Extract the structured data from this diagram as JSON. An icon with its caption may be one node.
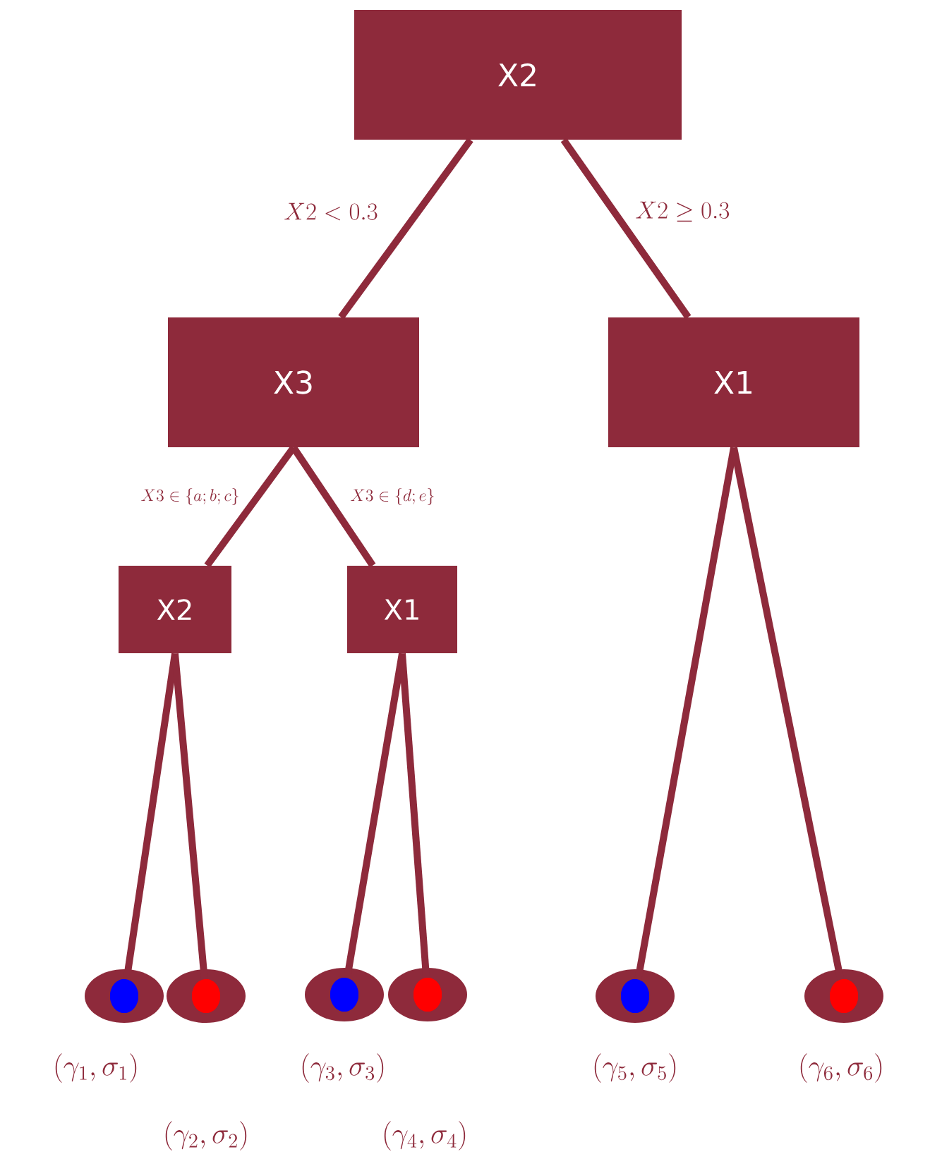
{
  "diagram": {
    "nodes": [
      {
        "text": [
          "X2"
        ]
      },
      {
        "text": [
          "X3"
        ]
      },
      {
        "text": [
          "X1"
        ]
      },
      {
        "text": [
          "X2"
        ]
      },
      {
        "text": [
          "X1"
        ]
      },
      {
        "text": [],
        "shape": "circle",
        "beside": [
          "(\\gamma_1, \\sigma_1)"
        ]
      },
      {
        "text": [],
        "shape": "circle"
      },
      {
        "text": [],
        "shape": "circle",
        "beside": [
          "(\\gamma_3, \\sigma_3)"
        ]
      },
      {
        "text": [],
        "shape": "circle"
      },
      {
        "text": [],
        "shape": "circle",
        "beside": [
          "(\\gamma_5, \\sigma_5)"
        ]
      },
      {
        "text": [],
        "shape": "circle",
        "beside": [
          "(\\gamma_6, \\sigma_6)"
        ]
      }
    ],
    "edges": [
      {
        "from": 0,
        "to": 1,
        "arrow": "none",
        "label": "X2 < 0.3"
      },
      {
        "from": 0,
        "to": 2,
        "arrow": "none",
        "label": "X2 \\geq 0.3"
      },
      {
        "from": 1,
        "to": 3,
        "arrow": "none",
        "label": "X3 \\in \\{a; b; c\\}"
      },
      {
        "from": 1,
        "to": 4,
        "arrow": "none",
        "label": "X3 \\in \\{d; e\\}"
      },
      {
        "from": 3,
        "to": 5,
        "arrow": "none"
      },
      {
        "from": 3,
        "to": 6,
        "arrow": "none"
      },
      {
        "from": 4,
        "to": 7,
        "arrow": "none"
      },
      {
        "from": 4,
        "to": 8,
        "arrow": "none"
      },
      {
        "from": 2,
        "to": 9,
        "arrow": "none"
      },
      {
        "from": 2,
        "to": 10,
        "arrow": "none"
      }
    ],
    "labels": [
      "(\\gamma_2, \\sigma_2)",
      "(\\gamma_4, \\sigma_4)"
    ]
  }
}
